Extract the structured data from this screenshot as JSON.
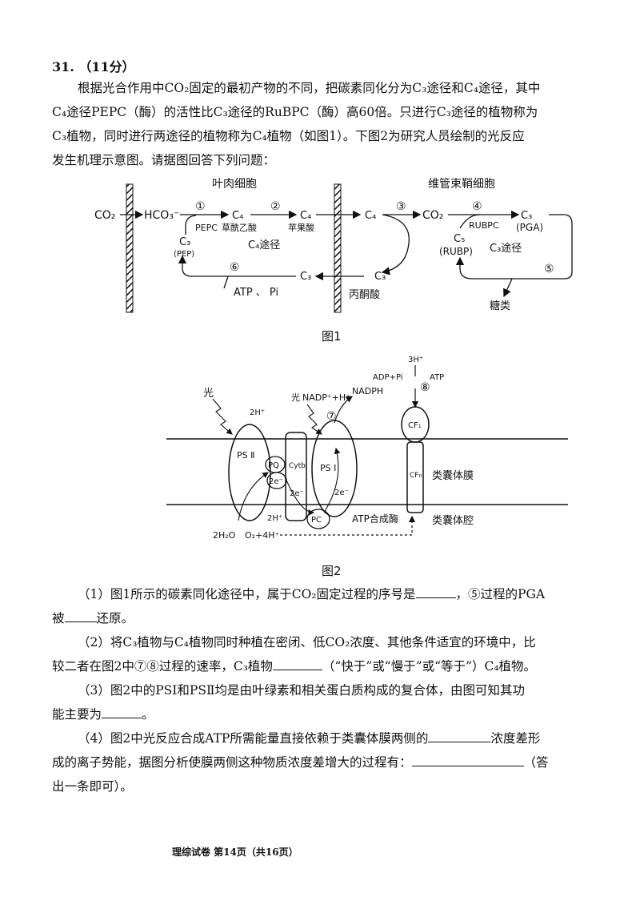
{
  "question": {
    "number_line": "31. （11分）",
    "intro": [
      "根据光合作用中CO₂固定的最初产物的不同，把碳素同化分为C₃途径和C₄途径，其中",
      "C₄途径PEPC（酶）的活性比C₃途径的RuBPC（酶）高60倍。只进行C₃途径的植物称为",
      "C₃植物，同时进行两途径的植物称为C₄植物（如图1）。下图2为研究人员绘制的光反应",
      "发生机理示意图。请据图回答下列问题："
    ]
  },
  "figure1": {
    "caption": "图1",
    "cell_left": "叶肉细胞",
    "cell_right": "维管束鞘细胞",
    "co2": "CO₂",
    "hco3": "HCO₃⁻",
    "step1": "①",
    "step2": "②",
    "step3": "③",
    "step4": "④",
    "step5": "⑤",
    "step6": "⑥",
    "c4_a": "C₄",
    "c4_b": "C₄",
    "c4_c": "C₄",
    "pepc": "PEPC",
    "oxaloacetate": "草酰乙酸",
    "malate": "苹果酸",
    "c3_pep": "C₃",
    "pep": "(PEP)",
    "c4_path": "C₄途径",
    "atp_pi": "ATP 、 Pi",
    "c3_mid": "C₃",
    "c3_right": "C₃",
    "pyruvate": "丙酮酸",
    "co2_right": "CO₂",
    "rubpc": "RUBPC",
    "c3_pga": "C₃",
    "pga": "(PGA)",
    "c5": "C₅",
    "rubp": "(RUBP)",
    "c3_path": "C₃途径",
    "sugar": "糖类"
  },
  "figure2": {
    "caption": "图2",
    "light1": "光",
    "light2": "光",
    "h_2h": "2H⁺",
    "nadp": "NADP⁺+H⁺",
    "nadph": "NADPH",
    "adp": "ADP+Pi",
    "atp": "ATP",
    "h3": "3H⁺",
    "num7": "⑦",
    "num8": "⑧",
    "ps2": "PS Ⅱ",
    "pq": "PQ",
    "cytb": "Cytb",
    "ps1": "PS Ⅰ",
    "e1": "2e⁻",
    "e2": "2e⁻",
    "e3": "2e⁻",
    "pc": "PC",
    "cf1": "CF₁",
    "cf0": "CF₀",
    "membrane": "类囊体膜",
    "lumen": "类囊体腔",
    "atp_synthase": "ATP合成酶",
    "h2o": "2H₂O",
    "o2": "O₂+4H⁺",
    "h_lower": "2H⁺"
  },
  "subq1": {
    "a": "（1）图1所示的碳素同化途径中，属于CO₂固定过程的序号是",
    "b": "，⑤过程的PGA",
    "c": "被",
    "d": "还原。"
  },
  "subq2": {
    "a": "（2）将C₃植物与C₄植物同时种植在密闭、低CO₂浓度、其他条件适宜的环境中，比",
    "b": "较二者在图2中⑦⑧过程的速率，C₃植物",
    "c": "（“快于”或“慢于”或“等于”）C₄植物。"
  },
  "subq3": {
    "a": "（3）图2中的PSⅠ和PSⅡ均是由叶绿素和相关蛋白质构成的复合体，由图可知其功",
    "b": "能主要为",
    "c": "。"
  },
  "subq4": {
    "a": "（4）图2中光反应合成ATP所需能量直接依赖于类囊体膜两侧的",
    "b": "浓度差形",
    "c": "成的离子势能，据图分析使膜两侧这种物质浓度差增大的过程有：",
    "d": "（答",
    "e": "出一条即可）。"
  },
  "footer": "理综试卷  第14页（共16页）"
}
